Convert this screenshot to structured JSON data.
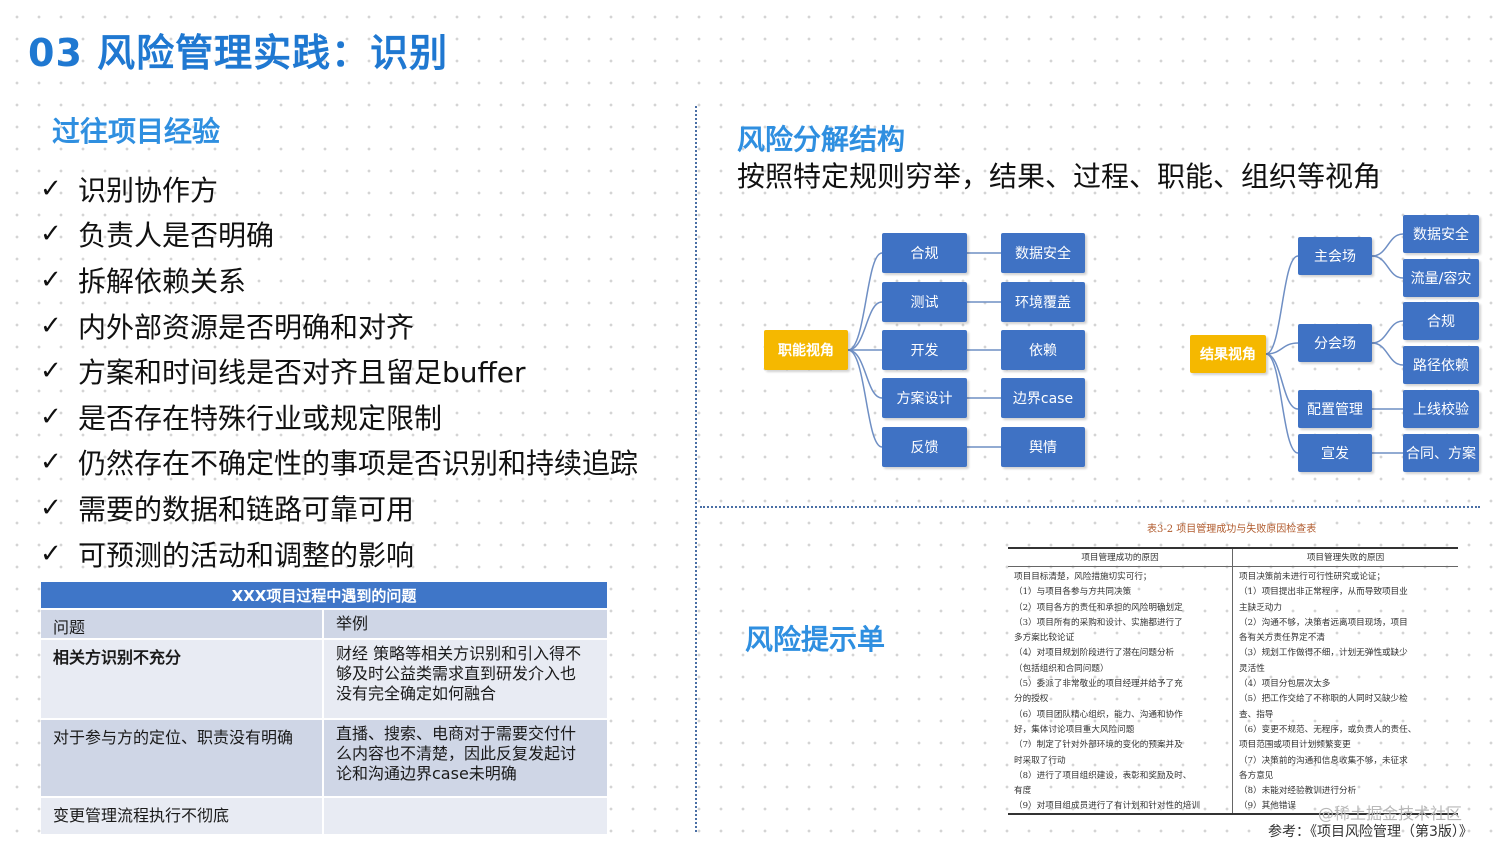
{
  "title": "03 风险管理实践：识别",
  "left": {
    "heading": "过往项目经验",
    "check_items": [
      "识别协作方",
      "负责人是否明确",
      "拆解依赖关系",
      "内外部资源是否明确和对齐",
      "方案和时间线是否对齐且留足buffer",
      "是否存在特殊行业或规定限制",
      "仍然存在不确定性的事项是否识别和持续追踪",
      "需要的数据和链路可靠可用",
      "可预测的活动和调整的影响"
    ],
    "check_icon": "checkmark-icon",
    "table": {
      "title": "XXX项目过程中遇到的问题",
      "headers": [
        "问题",
        "举例"
      ],
      "rows": [
        {
          "issue": "相关方识别不充分",
          "example": [
            "财经 策略等相关方识别和引入得不",
            "够及时公益类需求直到研发介入也",
            "没有完全确定如何融合"
          ]
        },
        {
          "issue": "对于参与方的定位、职责没有明确",
          "example": [
            "直播、搜索、电商对于需要交付什",
            "么内容也不清楚，因此反复发起讨",
            "论和沟通边界case未明确"
          ]
        },
        {
          "issue": "变更管理流程执行不彻底",
          "example": [
            ""
          ]
        }
      ]
    }
  },
  "right": {
    "rbs_heading": "风险分解结构",
    "rbs_desc": "按照特定规则穷举，结果、过程、职能、组织等视角",
    "tree_left": {
      "root": "职能视角",
      "level1": [
        "合规",
        "测试",
        "开发",
        "方案设计",
        "反馈"
      ],
      "level2": [
        "数据安全",
        "环境覆盖",
        "依赖",
        "边界case",
        "舆情"
      ]
    },
    "tree_right": {
      "root": "结果视角",
      "level1": [
        "主会场",
        "分会场",
        "配置管理",
        "宣发"
      ],
      "level2": [
        "数据安全",
        "流量/容灾",
        "合规",
        "路径依赖",
        "上线校验",
        "合同、方案"
      ]
    },
    "colors": {
      "accent": "#2f8fe0",
      "node_blue": "#3f72c4",
      "node_gold": "#f5b800"
    },
    "checklist_heading": "风险提示单",
    "scan": {
      "caption": "表3-2 项目管理成功与失败原因检查表",
      "headers": [
        "项目管理成功的原因",
        "项目管理失败的原因"
      ],
      "success_lines": [
        "项目目标清楚，风险措施切实可行；",
        "（1）与项目各参与方共同决策",
        "（2）项目各方的责任和承担的风险明确划定",
        "（3）项目所有的采购和设计、实施都进行了",
        "多方案比较论证",
        "（4）对项目规划阶段进行了潜在问题分析",
        "（包括组织和合同问题）",
        "（5）委派了非常敬业的项目经理并给予了充",
        "分的授权",
        "（6）项目团队精心组织，能力、沟通和协作",
        "好，集体讨论项目重大风险问题",
        "（7）制定了针对外部环境的变化的预案并及",
        "时采取了行动",
        "（8）进行了项目组织建设，表彰和奖励及时、",
        "有度",
        "（9）对项目组成员进行了有计划和针对性的培训"
      ],
      "failure_lines": [
        "项目决策前未进行可行性研究或论证；",
        "（1）项目提出非正常程序，从而导致项目业",
        "主缺乏动力",
        "（2）沟通不够，决策者远离项目现场，项目",
        "各有关方责任界定不清",
        "（3）规划工作做得不细，计划无弹性或缺少",
        "灵活性",
        "（4）项目分包层次太多",
        "（5）把工作交给了不称职的人同时又缺少检",
        "查、指导",
        "（6）变更不规范、无程序，或负责人的责任、",
        "项目范围或项目计划频繁变更",
        "（7）决策前的沟通和信息收集不够，未征求",
        "各方意见",
        "（8）未能对经验教训进行分析",
        "（9）其他错误"
      ]
    },
    "watermark": "@稀土掘金技术社区",
    "reference": "参考：《项目风险管理（第3版）》"
  }
}
